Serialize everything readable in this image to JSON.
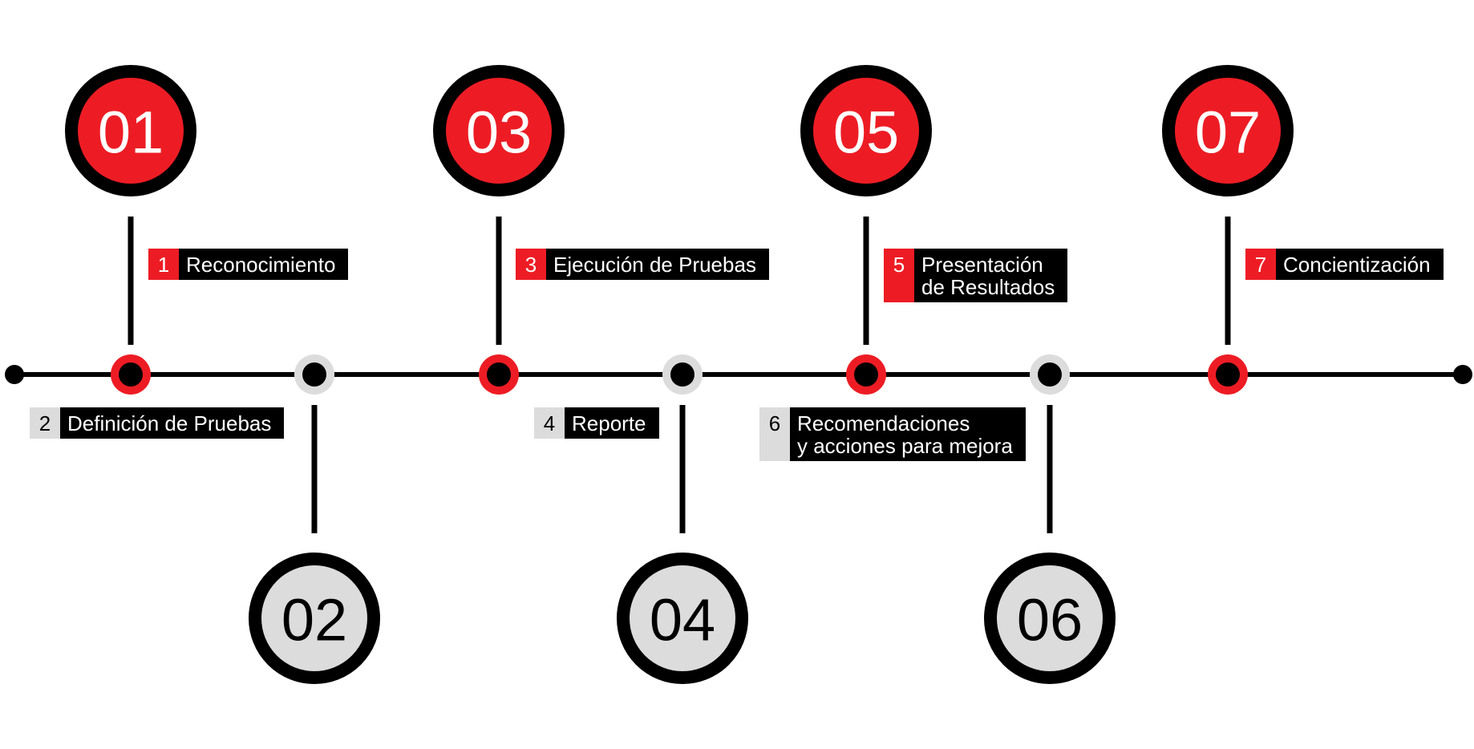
{
  "colors": {
    "accent": "#ed1c24",
    "dark": "#000000",
    "light": "#dcdcdc"
  },
  "steps": [
    {
      "badge": "01",
      "index": "1",
      "label": "Reconocimiento",
      "style": "red"
    },
    {
      "badge": "02",
      "index": "2",
      "label": "Definición de Pruebas",
      "style": "gray"
    },
    {
      "badge": "03",
      "index": "3",
      "label": "Ejecución de Pruebas",
      "style": "red"
    },
    {
      "badge": "04",
      "index": "4",
      "label": "Reporte",
      "style": "gray"
    },
    {
      "badge": "05",
      "index": "5",
      "label": "Presentación\nde Resultados",
      "style": "red"
    },
    {
      "badge": "06",
      "index": "6",
      "label": "Recomendaciones\ny acciones para mejora",
      "style": "gray"
    },
    {
      "badge": "07",
      "index": "7",
      "label": "Concientización",
      "style": "red"
    }
  ]
}
